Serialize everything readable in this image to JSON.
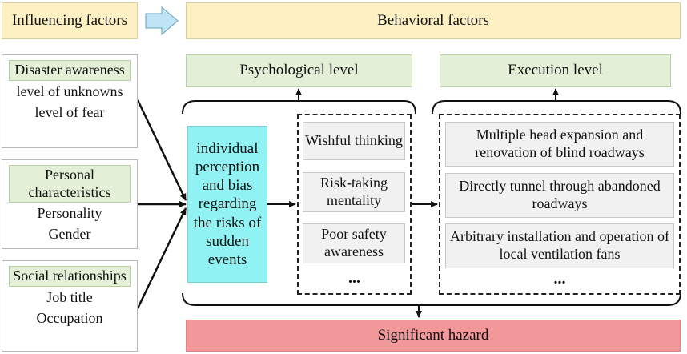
{
  "header": {
    "influencing_factors": "Influencing factors",
    "behavioral_factors": "Behavioral factors"
  },
  "left_panels": [
    {
      "header": "Disaster awareness",
      "lines": [
        "level of unknowns",
        "level of fear"
      ]
    },
    {
      "header": "Personal characteristics",
      "lines": [
        "Personality",
        "Gender"
      ]
    },
    {
      "header": "Social relationships",
      "lines": [
        "Job title",
        "Occupation"
      ]
    }
  ],
  "psychological": {
    "title": "Psychological level",
    "perception": "individual perception and bias regarding the risks of sudden events",
    "items": [
      "Wishful thinking",
      "Risk-taking mentality",
      "Poor safety awareness"
    ],
    "ellipsis": "..."
  },
  "execution": {
    "title": "Execution level",
    "items": [
      "Multiple head expansion and renovation of blind roadways",
      "Directly tunnel through abandoned roadways",
      "Arbitrary installation and operation of local ventilation fans"
    ],
    "ellipsis": "..."
  },
  "result": "Significant hazard",
  "colors": {
    "header_fill": "#fdf1c4",
    "level_fill": "#e3efd6",
    "perception_fill": "#91f2f3",
    "hazard_fill": "#f2979a",
    "item_fill": "#f1f1f1",
    "arrow_fill": "#bfe4f5"
  }
}
